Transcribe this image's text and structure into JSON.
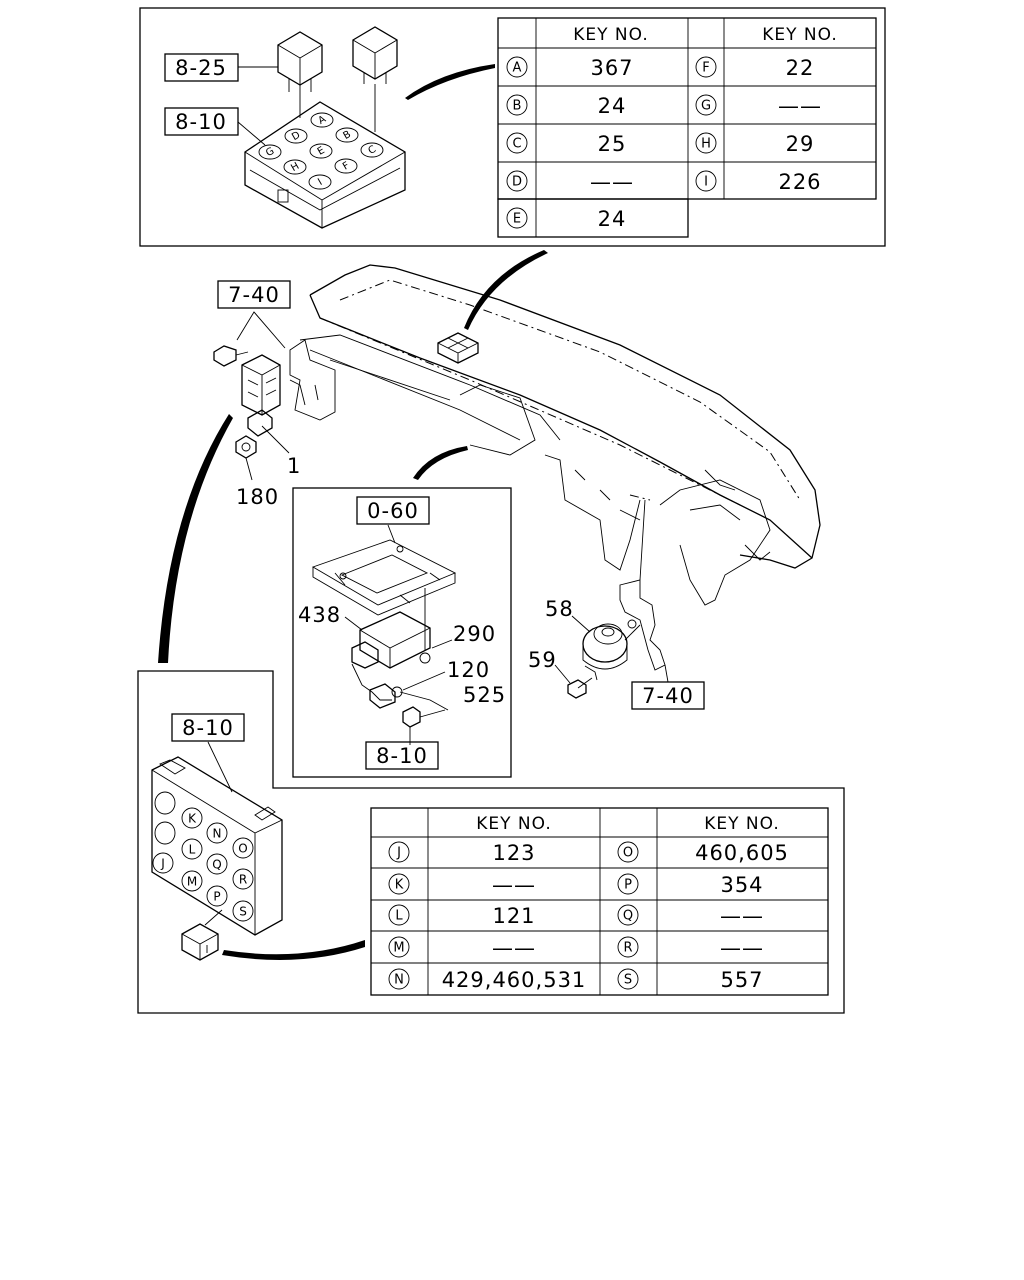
{
  "top_table": {
    "header_left": "KEY NO.",
    "header_right": "KEY NO.",
    "left_rows": [
      {
        "code": "A",
        "value": "367"
      },
      {
        "code": "B",
        "value": "24"
      },
      {
        "code": "C",
        "value": "25"
      },
      {
        "code": "D",
        "value": "——"
      },
      {
        "code": "E",
        "value": "24"
      }
    ],
    "right_rows": [
      {
        "code": "F",
        "value": "22"
      },
      {
        "code": "G",
        "value": "——"
      },
      {
        "code": "H",
        "value": "29"
      },
      {
        "code": "I",
        "value": "226"
      }
    ]
  },
  "bottom_table": {
    "header_left": "KEY NO.",
    "header_right": "KEY NO.",
    "left_rows": [
      {
        "code": "J",
        "value": "123"
      },
      {
        "code": "K",
        "value": "——"
      },
      {
        "code": "L",
        "value": "121"
      },
      {
        "code": "M",
        "value": "——"
      },
      {
        "code": "N",
        "value": "429,460,531"
      }
    ],
    "right_rows": [
      {
        "code": "O",
        "value": "460,605"
      },
      {
        "code": "P",
        "value": "354"
      },
      {
        "code": "Q",
        "value": "——"
      },
      {
        "code": "R",
        "value": "——"
      },
      {
        "code": "S",
        "value": "557"
      }
    ]
  },
  "refs": {
    "r8_25": "8-25",
    "r8_10_top": "8-10",
    "r7_40_top": "7-40",
    "r0_60": "0-60",
    "r8_10_mid": "8-10",
    "r7_40_right": "7-40",
    "r8_10_bottom": "8-10"
  },
  "parts": {
    "p1": "1",
    "p180": "180",
    "p438": "438",
    "p290": "290",
    "p120": "120",
    "p525": "525",
    "p58": "58",
    "p59": "59"
  },
  "relay_block_top_letters": [
    "A",
    "B",
    "C",
    "D",
    "E",
    "F",
    "G",
    "H",
    "I"
  ],
  "relay_block_bottom_letters": [
    "K",
    "N",
    "O",
    "L",
    "Q",
    "R",
    "M",
    "P",
    "S",
    "J"
  ]
}
